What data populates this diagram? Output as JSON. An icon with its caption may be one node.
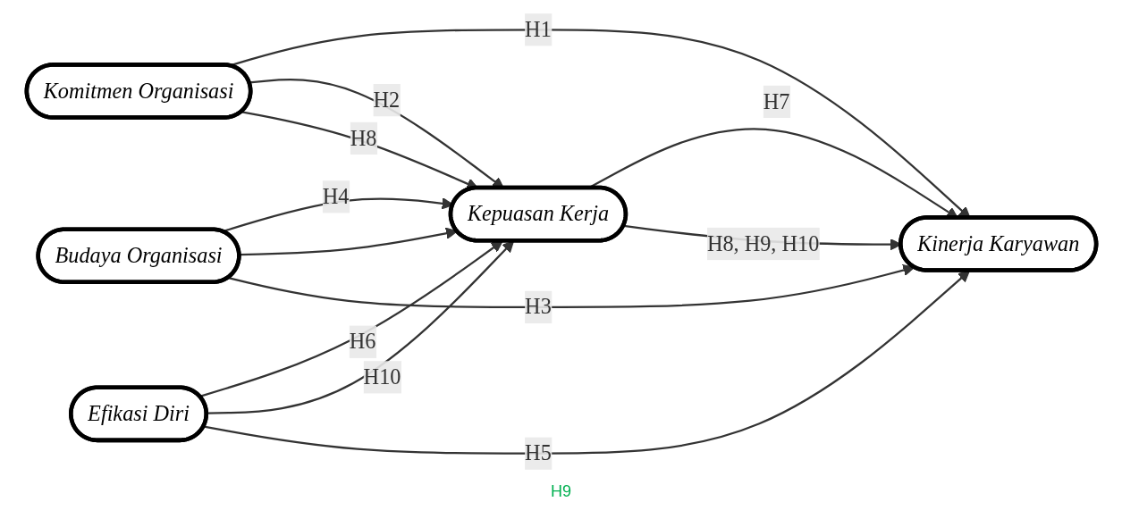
{
  "diagram": {
    "nodes": [
      {
        "text": [
          "Komitmen Organisasi"
        ]
      },
      {
        "text": [
          "Budaya Organisasi"
        ]
      },
      {
        "text": [
          "Efikasi Diri"
        ]
      },
      {
        "text": [
          "Kepuasan Kerja"
        ]
      },
      {
        "text": [
          "Kinerja Karyawan"
        ]
      }
    ],
    "edges": [
      {
        "from": 0,
        "to": 4,
        "arrow": "to",
        "label": "H1"
      },
      {
        "from": 0,
        "to": 3,
        "arrow": "to",
        "label": "H2"
      },
      {
        "from": 0,
        "to": 3,
        "arrow": "to",
        "label": "H8"
      },
      {
        "from": 1,
        "to": 3,
        "arrow": "to",
        "label": "H4"
      },
      {
        "from": 1,
        "to": 3,
        "arrow": "to"
      },
      {
        "from": 2,
        "to": 3,
        "arrow": "to",
        "label": "H6"
      },
      {
        "from": 2,
        "to": 3,
        "arrow": "to",
        "label": "H10"
      },
      {
        "from": 2,
        "to": 4,
        "arrow": "to",
        "label": "H5"
      },
      {
        "from": 1,
        "to": 4,
        "arrow": "to",
        "label": "H3"
      },
      {
        "from": 3,
        "to": 4,
        "arrow": "to",
        "label": "H7"
      },
      {
        "from": 3,
        "to": 4,
        "arrow": "to",
        "label": "H8, H9, H10"
      }
    ],
    "labels": [
      "H9"
    ]
  }
}
